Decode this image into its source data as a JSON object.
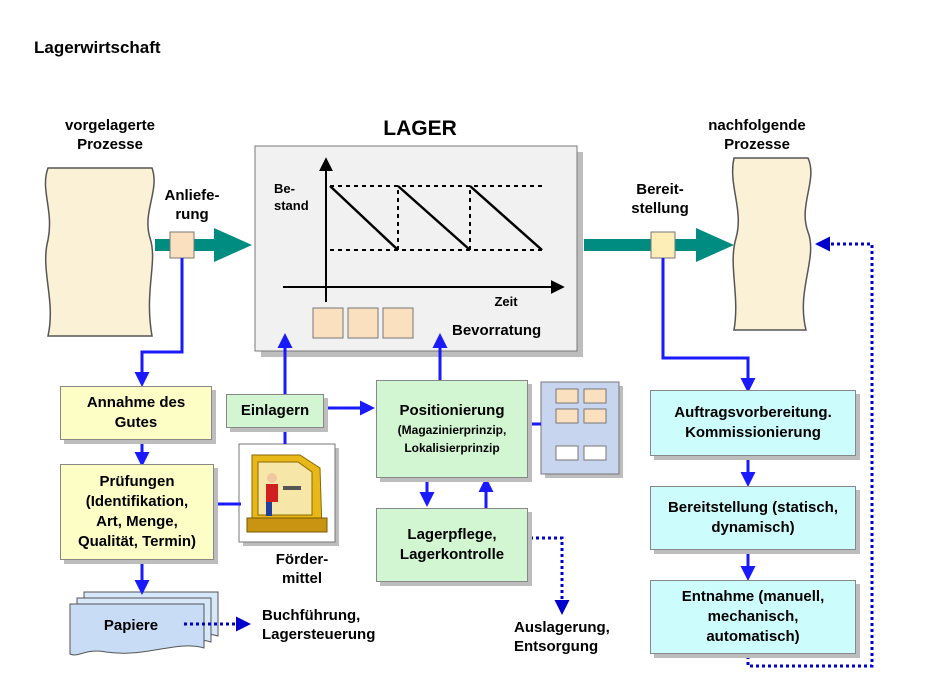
{
  "title": "Lagerwirtschaft",
  "lager_title": "LAGER",
  "left": {
    "label_line1": "vorgelagerte",
    "label_line2": "Prozesse",
    "arrow_line1": "Anliefe-",
    "arrow_line2": "rung"
  },
  "right": {
    "label_line1": "nachfolgende",
    "label_line2": "Prozesse",
    "arrow_line1": "Bereit-",
    "arrow_line2": "stellung"
  },
  "graph": {
    "ylabel_line1": "Be-",
    "ylabel_line2": "stand",
    "xlabel": "Zeit"
  },
  "bevorratung": "Bevorratung",
  "boxes": {
    "annahme": {
      "line1": "Annahme des",
      "line2": "Gutes"
    },
    "pruefungen": {
      "line1": "Prüfungen",
      "line2": "(Identifikation,",
      "line3": "Art, Menge,",
      "line4": "Qualität, Termin)"
    },
    "einlagern": "Einlagern",
    "positionierung": {
      "line1": "Positionierung",
      "line2": "(Magazinierprinzip,",
      "line3": "Lokalisierprinzip"
    },
    "lagerpflege": {
      "line1": "Lagerpflege,",
      "line2": "Lagerkontrolle"
    },
    "auftrag": {
      "line1": "Auftragsvorbereitung.",
      "line2": "Kommissionierung"
    },
    "bereitstellung": {
      "line1": "Bereitstellung (statisch,",
      "line2": "dynamisch)"
    },
    "entnahme": {
      "line1": "Entnahme (manuell,",
      "line2": "mechanisch,",
      "line3": "automatisch)"
    }
  },
  "foerdermittel": {
    "line1": "Förder-",
    "line2": "mittel"
  },
  "papiere": "Papiere",
  "buchfuehrung": {
    "line1": "Buchführung,",
    "line2": "Lagersteuerung"
  },
  "auslagerung": {
    "line1": "Auslagerung,",
    "line2": "Entsorgung"
  },
  "colors": {
    "teal": "#008c80",
    "blue": "#1a1aff",
    "dotted": "#0000cc"
  }
}
